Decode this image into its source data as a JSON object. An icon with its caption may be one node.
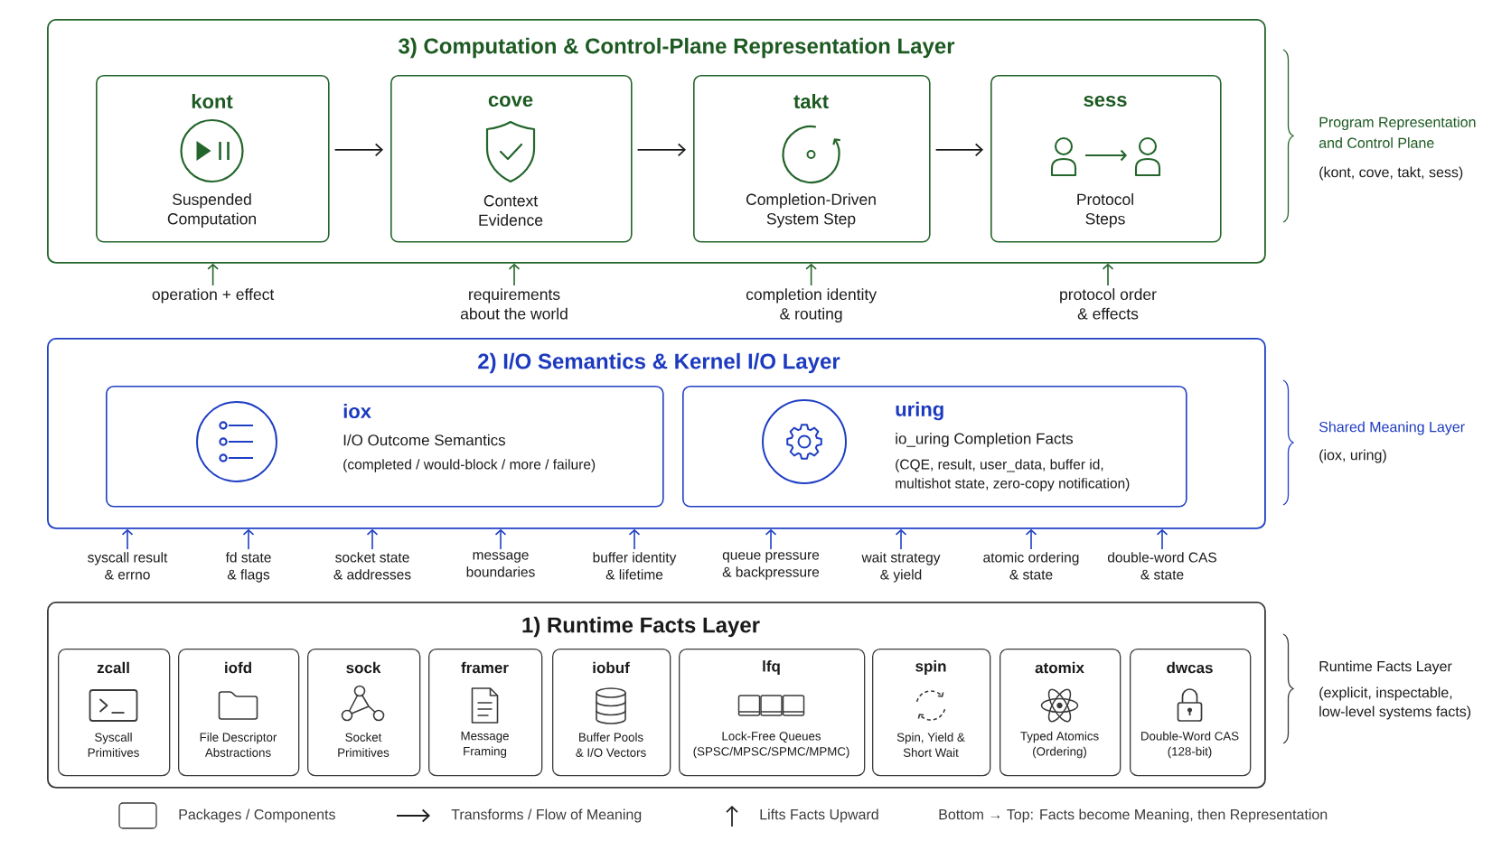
{
  "diagram": {
    "nodes": [
      {
        "text": [
          "3) Computation & Control-Plane Representation Layer"
        ]
      },
      {
        "text": [
          "kont",
          "Suspended Computation"
        ],
        "in": 0
      },
      {
        "text": [
          "cove",
          "Context Evidence"
        ],
        "in": 0
      },
      {
        "text": [
          "takt",
          "Completion-Driven System Step"
        ],
        "in": 0
      },
      {
        "text": [
          "sess",
          "Protocol Steps"
        ],
        "in": 0
      },
      {
        "text": [
          "operation + effect"
        ]
      },
      {
        "text": [
          "requirements about the world"
        ]
      },
      {
        "text": [
          "completion identity & routing"
        ]
      },
      {
        "text": [
          "protocol order & effects"
        ]
      },
      {
        "text": [
          "2) I/O Semantics & Kernel I/O Layer"
        ]
      },
      {
        "text": [
          "iox",
          "I/O Outcome Semantics",
          "(completed / would-block / more / failure)"
        ],
        "in": 9
      },
      {
        "text": [
          "uring",
          "io_uring Completion Facts",
          "(CQE, result, user_data, buffer id, multishot state, zero-copy notification)"
        ],
        "in": 9
      },
      {
        "text": [
          "syscall result & errno"
        ]
      },
      {
        "text": [
          "fd state & flags"
        ]
      },
      {
        "text": [
          "socket state & addresses"
        ]
      },
      {
        "text": [
          "message boundaries"
        ]
      },
      {
        "text": [
          "buffer identity & lifetime"
        ]
      },
      {
        "text": [
          "queue pressure & backpressure"
        ]
      },
      {
        "text": [
          "wait strategy & yield"
        ]
      },
      {
        "text": [
          "atomic ordering & state"
        ]
      },
      {
        "text": [
          "double-word CAS & state"
        ]
      },
      {
        "text": [
          "1) Runtime Facts Layer"
        ]
      },
      {
        "text": [
          "zcall",
          "Syscall Primitives"
        ],
        "in": 21
      },
      {
        "text": [
          "iofd",
          "File Descriptor Abstractions"
        ],
        "in": 21
      },
      {
        "text": [
          "sock",
          "Socket Primitives"
        ],
        "in": 21
      },
      {
        "text": [
          "framer",
          "Message Framing"
        ],
        "in": 21
      },
      {
        "text": [
          "iobuf",
          "Buffer Pools & I/O Vectors"
        ],
        "in": 21
      },
      {
        "text": [
          "lfq",
          "Lock-Free Queues (SPSC/MPSC/SPMC/MPMC)"
        ],
        "in": 21
      },
      {
        "text": [
          "spin",
          "Spin, Yield & Short Wait"
        ],
        "in": 21
      },
      {
        "text": [
          "atomix",
          "Typed Atomics (Ordering)"
        ],
        "in": 21
      },
      {
        "text": [
          "dwcas",
          "Double-Word CAS (128-bit)"
        ],
        "in": 21
      }
    ],
    "edges": [
      {
        "from": 1,
        "to": 2,
        "arrow": "to",
        "color": "#1a1a1a"
      },
      {
        "from": 2,
        "to": 3,
        "arrow": "to",
        "color": "#1a1a1a"
      },
      {
        "from": 3,
        "to": 4,
        "arrow": "to",
        "color": "#1a1a1a"
      },
      {
        "from": 5,
        "to": 0,
        "arrow": "to",
        "color": "#23652a"
      },
      {
        "from": 6,
        "to": 0,
        "arrow": "to",
        "color": "#23652a"
      },
      {
        "from": 7,
        "to": 0,
        "arrow": "to",
        "color": "#23652a"
      },
      {
        "from": 8,
        "to": 0,
        "arrow": "to",
        "color": "#23652a"
      },
      {
        "from": 12,
        "to": 9,
        "arrow": "to"
      },
      {
        "from": 13,
        "to": 9,
        "arrow": "to"
      },
      {
        "from": 14,
        "to": 9,
        "arrow": "to"
      },
      {
        "from": 15,
        "to": 9,
        "arrow": "to"
      },
      {
        "from": 16,
        "to": 9,
        "arrow": "to"
      },
      {
        "from": 17,
        "to": 9,
        "arrow": "to"
      },
      {
        "from": 18,
        "to": 9,
        "arrow": "to"
      },
      {
        "from": 19,
        "to": 9,
        "arrow": "to"
      },
      {
        "from": 20,
        "to": 9,
        "arrow": "to"
      }
    ],
    "labels": [
      "Program Representation and Control Plane",
      "(kont, cove, takt, sess)",
      "Shared Meaning Layer",
      "(iox, uring)",
      "Runtime Facts Layer",
      "(explicit, inspectable, low-level systems facts)",
      "Bottom → Top: Facts become Meaning, then Representation"
    ],
    "legend": [
      {
        "text": "Packages / Components"
      },
      {
        "text": "Transforms / Flow of Meaning"
      },
      {
        "text": "Lifts Facts Upward"
      }
    ]
  }
}
